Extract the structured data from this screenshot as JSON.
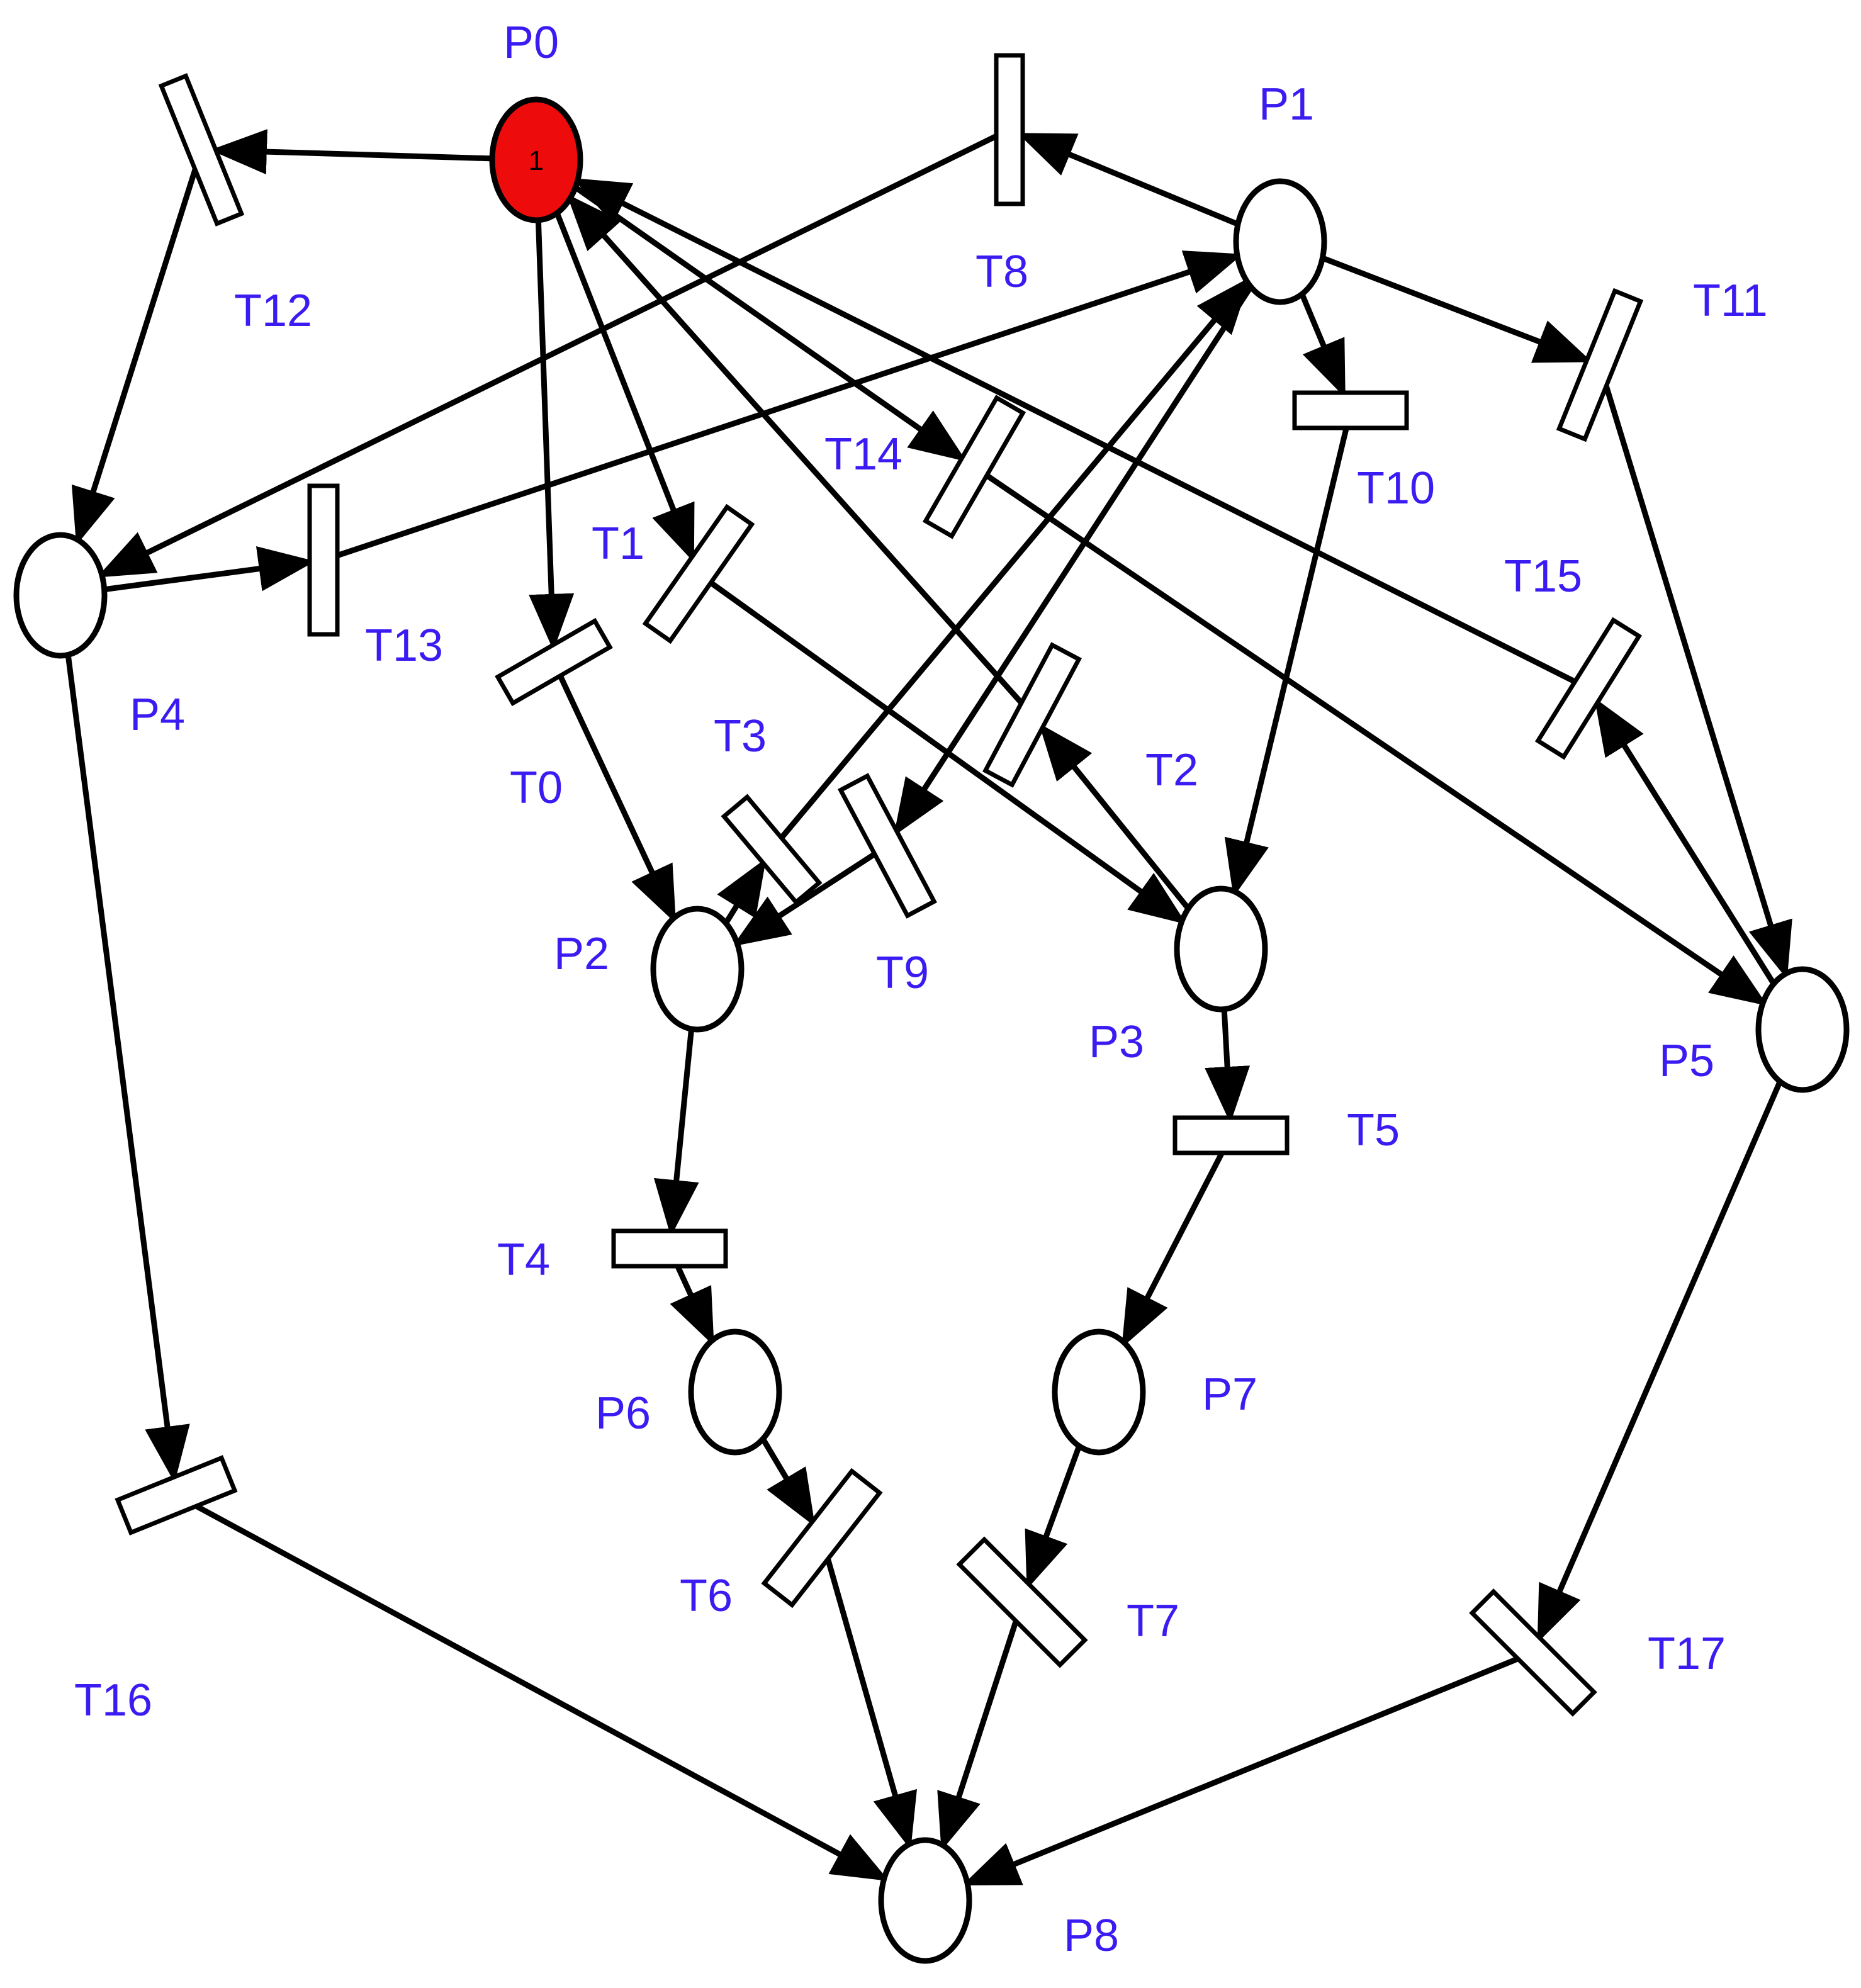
{
  "colors": {
    "label": "#3a1cf2",
    "marked_place": "#ee0b0b",
    "stroke": "#000000"
  },
  "places": [
    {
      "id": "P0",
      "label": "P0",
      "tokens": "1"
    },
    {
      "id": "P1",
      "label": "P1"
    },
    {
      "id": "P2",
      "label": "P2"
    },
    {
      "id": "P3",
      "label": "P3"
    },
    {
      "id": "P4",
      "label": "P4"
    },
    {
      "id": "P5",
      "label": "P5"
    },
    {
      "id": "P6",
      "label": "P6"
    },
    {
      "id": "P7",
      "label": "P7"
    },
    {
      "id": "P8",
      "label": "P8"
    }
  ],
  "transitions": [
    {
      "id": "T0",
      "label": "T0"
    },
    {
      "id": "T1",
      "label": "T1"
    },
    {
      "id": "T2",
      "label": "T2"
    },
    {
      "id": "T3",
      "label": "T3"
    },
    {
      "id": "T4",
      "label": "T4"
    },
    {
      "id": "T5",
      "label": "T5"
    },
    {
      "id": "T6",
      "label": "T6"
    },
    {
      "id": "T7",
      "label": "T7"
    },
    {
      "id": "T8",
      "label": "T8"
    },
    {
      "id": "T9",
      "label": "T9"
    },
    {
      "id": "T10",
      "label": "T10"
    },
    {
      "id": "T11",
      "label": "T11"
    },
    {
      "id": "T12",
      "label": "T12"
    },
    {
      "id": "T13",
      "label": "T13"
    },
    {
      "id": "T14",
      "label": "T14"
    },
    {
      "id": "T15",
      "label": "T15"
    },
    {
      "id": "T16",
      "label": "T16"
    },
    {
      "id": "T17",
      "label": "T17"
    }
  ],
  "arcs": [
    [
      "P0",
      "T0"
    ],
    [
      "T0",
      "P2"
    ],
    [
      "P0",
      "T1"
    ],
    [
      "T1",
      "P3"
    ],
    [
      "P3",
      "T2"
    ],
    [
      "T2",
      "P0"
    ],
    [
      "P2",
      "T3"
    ],
    [
      "T3",
      "P1"
    ],
    [
      "P1",
      "T9"
    ],
    [
      "T9",
      "P2"
    ],
    [
      "P2",
      "T4"
    ],
    [
      "T4",
      "P6"
    ],
    [
      "P3",
      "T5"
    ],
    [
      "T5",
      "P7"
    ],
    [
      "P6",
      "T6"
    ],
    [
      "T6",
      "P8"
    ],
    [
      "P7",
      "T7"
    ],
    [
      "T7",
      "P8"
    ],
    [
      "P1",
      "T8"
    ],
    [
      "T8",
      "P4"
    ],
    [
      "P1",
      "T10"
    ],
    [
      "T10",
      "P3"
    ],
    [
      "P1",
      "T11"
    ],
    [
      "T11",
      "P5"
    ],
    [
      "P0",
      "T12"
    ],
    [
      "T12",
      "P4"
    ],
    [
      "P4",
      "T13"
    ],
    [
      "T13",
      "P1"
    ],
    [
      "P0",
      "T14"
    ],
    [
      "T14",
      "P5"
    ],
    [
      "P5",
      "T15"
    ],
    [
      "T15",
      "P0"
    ],
    [
      "P4",
      "T16"
    ],
    [
      "T16",
      "P8"
    ],
    [
      "P5",
      "T17"
    ],
    [
      "T17",
      "P8"
    ]
  ]
}
